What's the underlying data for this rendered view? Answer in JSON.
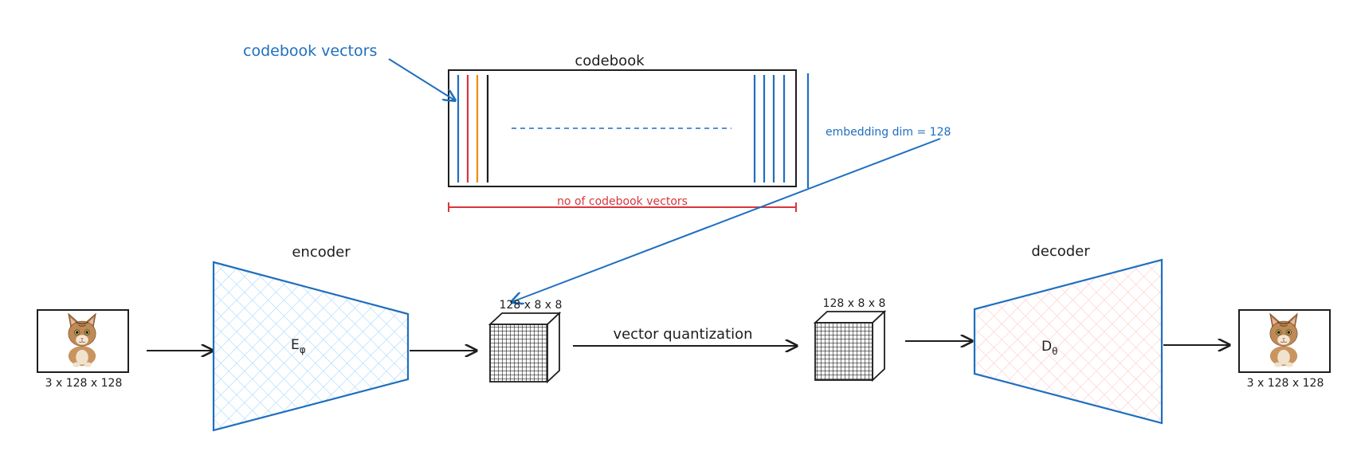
{
  "codebook": {
    "title": "codebook",
    "vectors_label": "codebook vectors",
    "embedding_label": "embedding dim = 128",
    "count_label": "no of codebook vectors"
  },
  "encoder": {
    "title": "encoder",
    "symbol": "E",
    "symbol_sub": "φ"
  },
  "decoder": {
    "title": "decoder",
    "symbol": "D",
    "symbol_sub": "θ"
  },
  "input_image": {
    "label": "3 x 128 x 128"
  },
  "output_image": {
    "label": "3 x 128 x 128"
  },
  "latent_in": {
    "label": "128 x 8 x 8"
  },
  "latent_out": {
    "label": "128 x 8 x 8"
  },
  "quantization": {
    "label": "vector quantization"
  },
  "colors": {
    "blue": "#1f6fbf",
    "red": "#d9363e",
    "orange": "#f08c00",
    "encoder_fill": "#a5d8ff",
    "decoder_fill": "#ffc9c9"
  }
}
